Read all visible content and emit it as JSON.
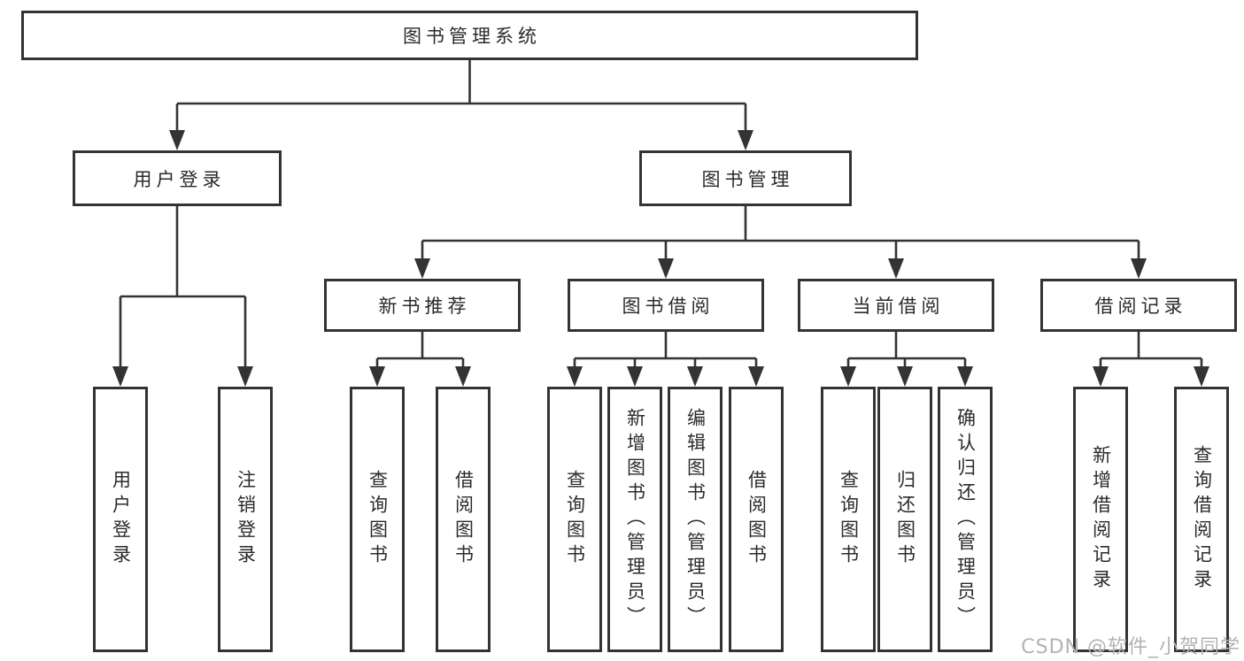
{
  "tree": {
    "root": {
      "label": "图书管理系统"
    },
    "level2": [
      {
        "label": "用户登录",
        "leaves": [
          {
            "label": "用户登录"
          },
          {
            "label": "注销登录"
          }
        ]
      },
      {
        "label": "图书管理",
        "groups": [
          {
            "label": "新书推荐",
            "leaves": [
              {
                "label": "查询图书"
              },
              {
                "label": "借阅图书"
              }
            ]
          },
          {
            "label": "图书借阅",
            "leaves": [
              {
                "label": "查询图书"
              },
              {
                "label": "新增图书（管理员）"
              },
              {
                "label": "编辑图书（管理员）"
              },
              {
                "label": "借阅图书"
              }
            ]
          },
          {
            "label": "当前借阅",
            "leaves": [
              {
                "label": "查询图书"
              },
              {
                "label": "归还图书"
              },
              {
                "label": "确认归还（管理员）"
              }
            ]
          },
          {
            "label": "借阅记录",
            "leaves": [
              {
                "label": "新增借阅记录"
              },
              {
                "label": "查询借阅记录"
              }
            ]
          }
        ]
      }
    ]
  },
  "watermark": {
    "text": "CSDN @软件_小贺同学"
  },
  "colors": {
    "line": "#333333",
    "text": "#2b2b2b",
    "box_background": "#ffffff",
    "watermark": "#b3b3b3"
  }
}
